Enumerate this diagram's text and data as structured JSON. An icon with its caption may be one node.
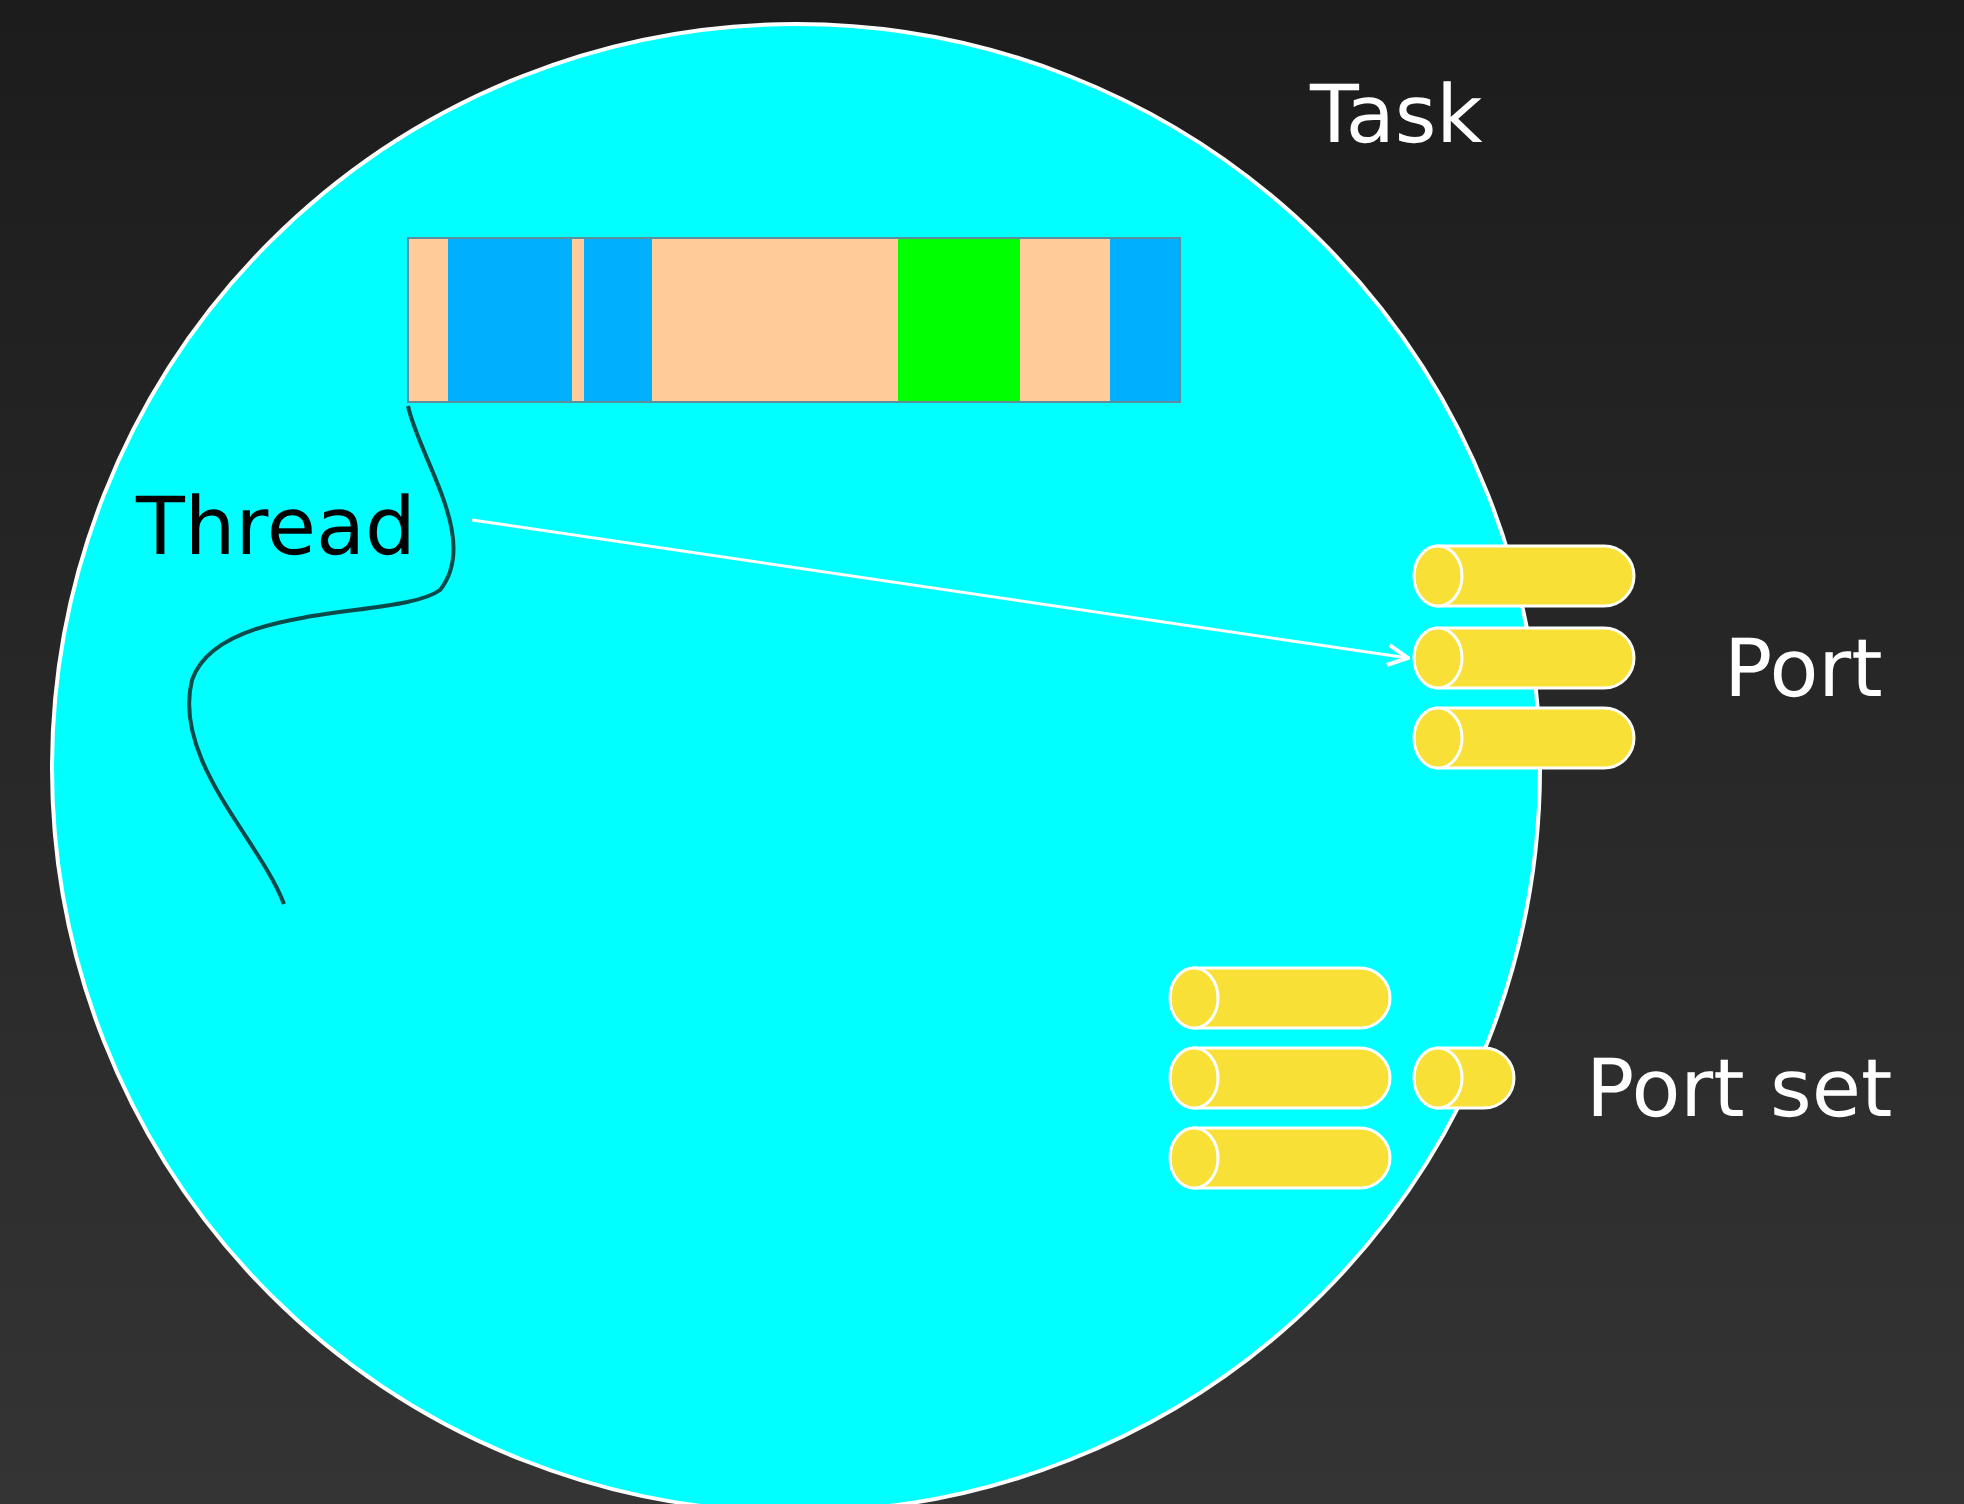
{
  "diagram": {
    "nodes": [
      {
        "text": [
          "Task"
        ]
      },
      {
        "text": [
          "Thread"
        ],
        "in": 0
      },
      {
        "text": [],
        "shape": "cylinder"
      },
      {
        "text": [],
        "shape": "cylinder"
      },
      {
        "text": [],
        "shape": "cylinder"
      },
      {
        "text": [],
        "shape": "cylinder",
        "in": 0
      },
      {
        "text": [],
        "shape": "cylinder",
        "in": 0
      },
      {
        "text": [],
        "shape": "cylinder",
        "in": 0
      },
      {
        "text": [],
        "shape": "cylinder"
      }
    ],
    "edges": [
      {
        "from": 1,
        "to": 3,
        "arrow": "to"
      }
    ],
    "labels": [
      "Port",
      "Port set"
    ]
  }
}
